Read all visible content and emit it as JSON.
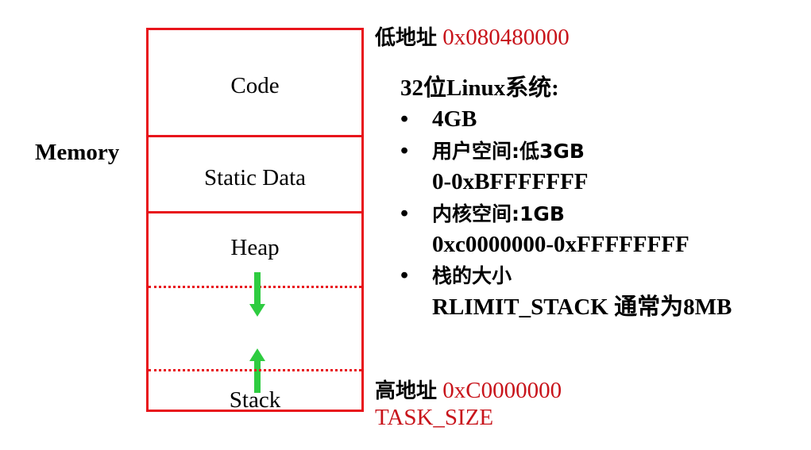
{
  "memory_label": "Memory",
  "segments": {
    "code": "Code",
    "static_data": "Static Data",
    "heap": "Heap",
    "stack": "Stack"
  },
  "low_address": {
    "label": "低地址",
    "value": "0x080480000"
  },
  "high_address": {
    "label": "高地址",
    "value": "0xC0000000",
    "note": "TASK_SIZE"
  },
  "info": {
    "title": "32位Linux系统:",
    "bullet_1": "4GB",
    "bullet_2": "用户空间:低3GB",
    "bullet_2_detail": "0-0xBFFFFFFF",
    "bullet_3": "内核空间:1GB",
    "bullet_3_detail": "0xc0000000-0xFFFFFFFF",
    "bullet_4": "栈的大小",
    "bullet_4_detail": "RLIMIT_STACK  通常为8MB",
    "bullet_symbol": "•"
  },
  "colors": {
    "box_border": "#e8141b",
    "address_text": "#c8141b",
    "arrow": "#2ecc40"
  }
}
